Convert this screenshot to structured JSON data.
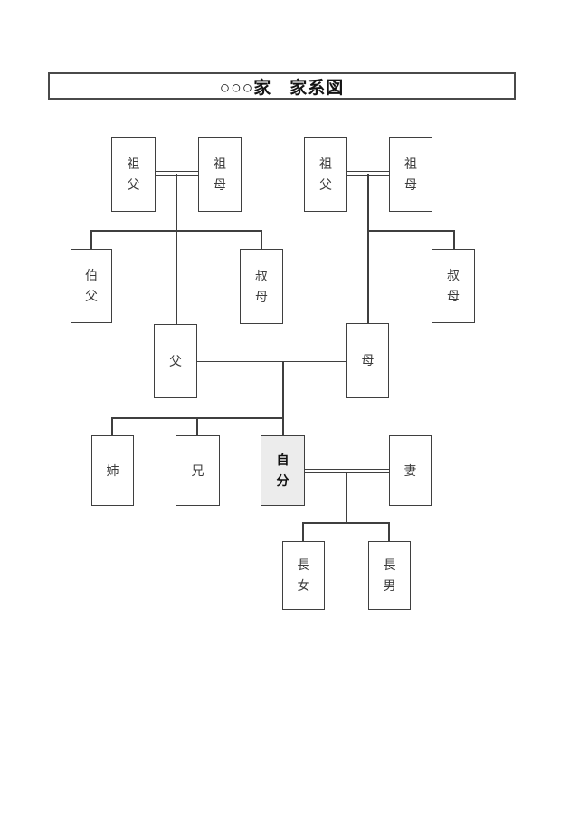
{
  "title": "○○○家　家系図",
  "colors": {
    "line": "#3f3f3f",
    "self_fill": "#ececec",
    "text": "#3c3c3c"
  },
  "nodes": [
    {
      "id": "grandfather-paternal",
      "label": "祖父"
    },
    {
      "id": "grandmother-paternal",
      "label": "祖母"
    },
    {
      "id": "grandfather-maternal",
      "label": "祖父"
    },
    {
      "id": "grandmother-maternal",
      "label": "祖母"
    },
    {
      "id": "uncle-paternal",
      "label": "伯父"
    },
    {
      "id": "aunt-paternal",
      "label": "叔母"
    },
    {
      "id": "aunt-maternal",
      "label": "叔母"
    },
    {
      "id": "father",
      "label": "父"
    },
    {
      "id": "mother",
      "label": "母"
    },
    {
      "id": "elder-sister",
      "label": "姉"
    },
    {
      "id": "elder-brother",
      "label": "兄"
    },
    {
      "id": "self",
      "label": "自分"
    },
    {
      "id": "wife",
      "label": "妻"
    },
    {
      "id": "eldest-daughter",
      "label": "長女"
    },
    {
      "id": "eldest-son",
      "label": "長男"
    }
  ]
}
